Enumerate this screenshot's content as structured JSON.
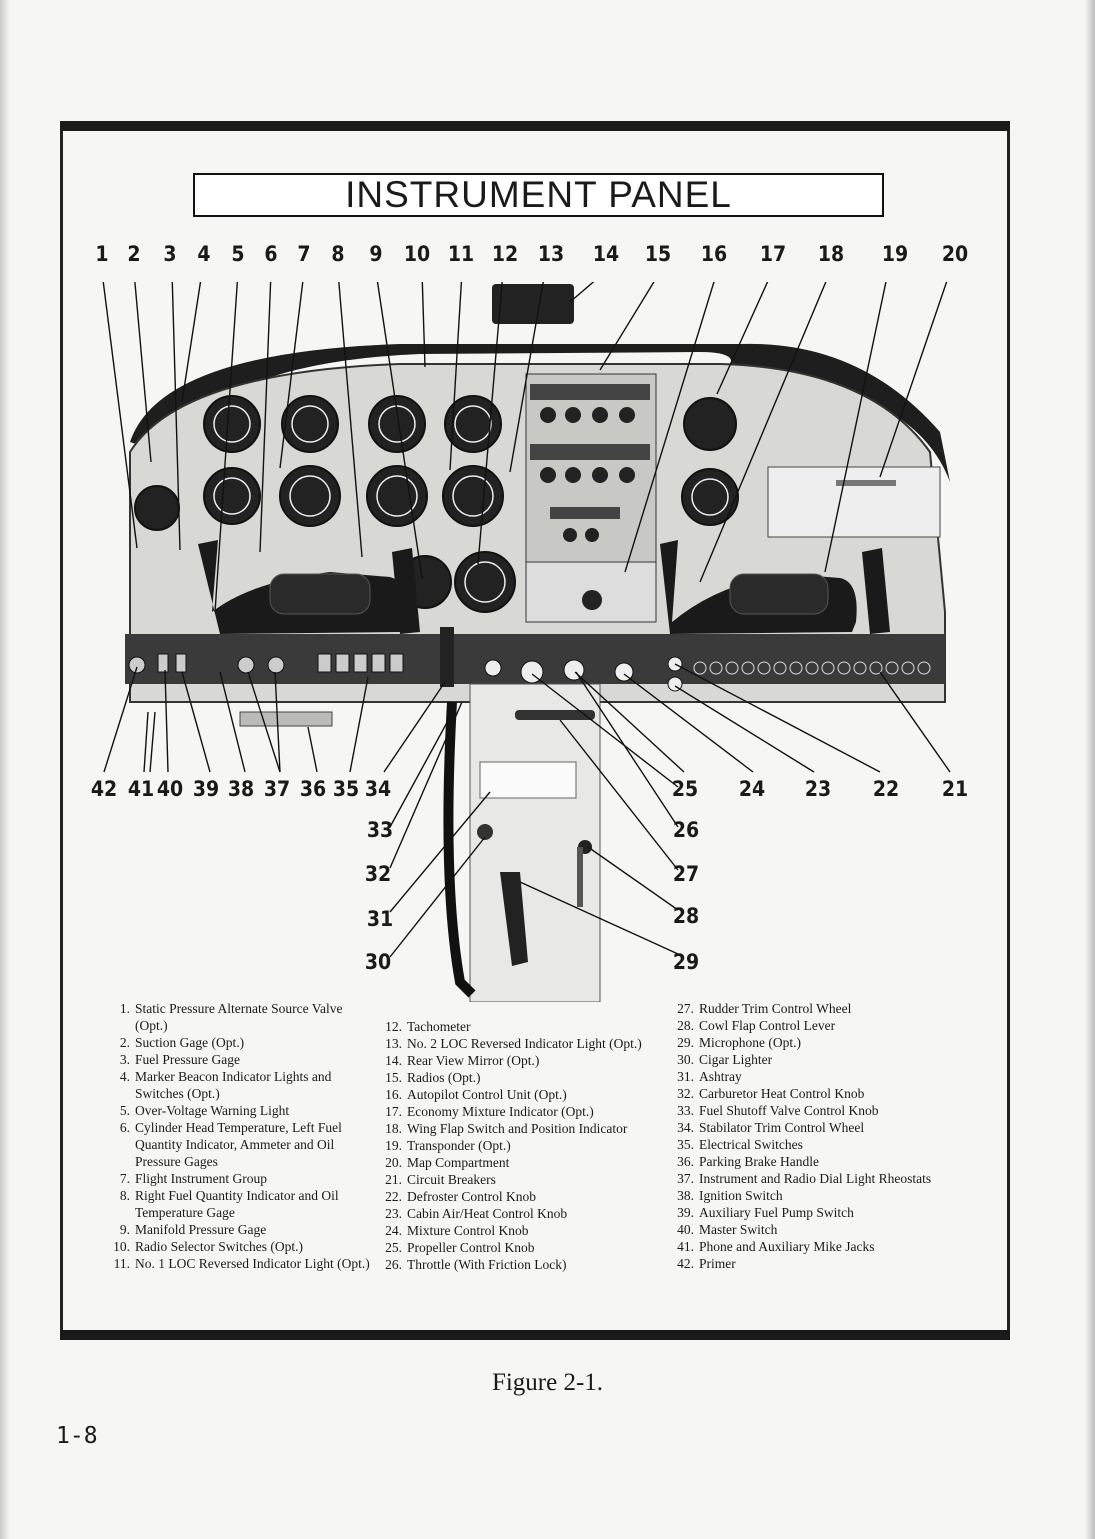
{
  "title": "INSTRUMENT PANEL",
  "callouts_top": [
    "1",
    "2",
    "3",
    "4",
    "5",
    "6",
    "7",
    "8",
    "9",
    "10",
    "11",
    "12",
    "13",
    "14",
    "15",
    "16",
    "17",
    "18",
    "19",
    "20"
  ],
  "callouts_bottom": [
    "42",
    "41",
    "40",
    "39",
    "38",
    "37",
    "36",
    "35",
    "34",
    "25",
    "24",
    "23",
    "22",
    "21"
  ],
  "callouts_center_left": [
    "33",
    "32",
    "31",
    "30"
  ],
  "callouts_center_right": [
    "26",
    "27",
    "28",
    "29"
  ],
  "legend": {
    "col1": [
      {
        "num": "1.",
        "text": "Static Pressure Alternate Source Valve (Opt.)"
      },
      {
        "num": "2.",
        "text": "Suction Gage (Opt.)"
      },
      {
        "num": "3.",
        "text": "Fuel Pressure Gage"
      },
      {
        "num": "4.",
        "text": "Marker Beacon Indicator Lights and Switches (Opt.)"
      },
      {
        "num": "5.",
        "text": "Over-Voltage Warning Light"
      },
      {
        "num": "6.",
        "text": "Cylinder Head Temperature, Left Fuel Quantity Indicator, Ammeter and Oil Pressure Gages"
      },
      {
        "num": "7.",
        "text": "Flight Instrument Group"
      },
      {
        "num": "8.",
        "text": "Right Fuel Quantity Indicator and Oil Temperature Gage"
      },
      {
        "num": "9.",
        "text": "Manifold Pressure Gage"
      },
      {
        "num": "10.",
        "text": "Radio Selector Switches (Opt.)"
      },
      {
        "num": "11.",
        "text": "No. 1 LOC Reversed Indicator Light (Opt.)"
      }
    ],
    "col2": [
      {
        "num": "12.",
        "text": "Tachometer"
      },
      {
        "num": "13.",
        "text": "No. 2 LOC Reversed Indicator Light (Opt.)"
      },
      {
        "num": "14.",
        "text": "Rear View Mirror (Opt.)"
      },
      {
        "num": "15.",
        "text": "Radios (Opt.)"
      },
      {
        "num": "16.",
        "text": "Autopilot Control Unit (Opt.)"
      },
      {
        "num": "17.",
        "text": "Economy Mixture Indicator (Opt.)"
      },
      {
        "num": "18.",
        "text": "Wing Flap Switch and Position Indicator"
      },
      {
        "num": "19.",
        "text": "Transponder (Opt.)"
      },
      {
        "num": "20.",
        "text": "Map Compartment"
      },
      {
        "num": "21.",
        "text": "Circuit Breakers"
      },
      {
        "num": "22.",
        "text": "Defroster Control Knob"
      },
      {
        "num": "23.",
        "text": "Cabin Air/Heat Control Knob"
      },
      {
        "num": "24.",
        "text": "Mixture Control Knob"
      },
      {
        "num": "25.",
        "text": "Propeller Control Knob"
      },
      {
        "num": "26.",
        "text": "Throttle (With Friction Lock)"
      }
    ],
    "col3": [
      {
        "num": "27.",
        "text": "Rudder Trim Control Wheel"
      },
      {
        "num": "28.",
        "text": "Cowl Flap Control Lever"
      },
      {
        "num": "29.",
        "text": "Microphone (Opt.)"
      },
      {
        "num": "30.",
        "text": "Cigar Lighter"
      },
      {
        "num": "31.",
        "text": "Ashtray"
      },
      {
        "num": "32.",
        "text": "Carburetor Heat Control Knob"
      },
      {
        "num": "33.",
        "text": "Fuel Shutoff Valve Control Knob"
      },
      {
        "num": "34.",
        "text": "Stabilator Trim Control Wheel"
      },
      {
        "num": "35.",
        "text": "Electrical Switches"
      },
      {
        "num": "36.",
        "text": "Parking Brake Handle"
      },
      {
        "num": "37.",
        "text": "Instrument and Radio Dial Light Rheostats"
      },
      {
        "num": "38.",
        "text": "Ignition Switch"
      },
      {
        "num": "39.",
        "text": "Auxiliary Fuel Pump Switch"
      },
      {
        "num": "40.",
        "text": "Master Switch"
      },
      {
        "num": "41.",
        "text": "Phone and Auxiliary Mike Jacks"
      },
      {
        "num": "42.",
        "text": "Primer"
      }
    ]
  },
  "caption": "Figure 2-1.",
  "page_number": "1-8"
}
